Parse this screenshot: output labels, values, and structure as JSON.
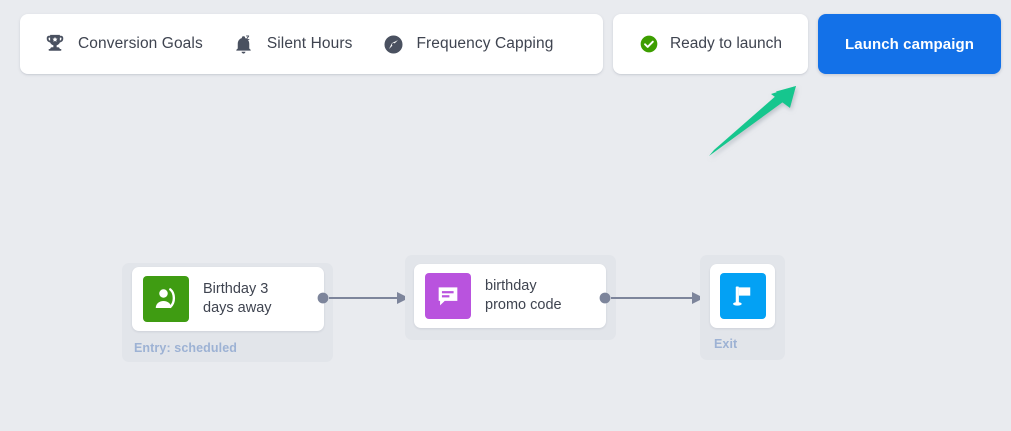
{
  "colors": {
    "background": "#e9ebef",
    "card": "#ffffff",
    "primary_button": "#1371e8",
    "status_green": "#3d9e00",
    "annotation_arrow": "#13c68e",
    "node_group": "#e2e5ea",
    "entry_icon": "#3f9c12",
    "message_icon": "#b953de",
    "exit_icon": "#03a1f4",
    "group_label_text": "#9db2d4",
    "connector": "#7d859b",
    "toolbar_text": "#3f4450"
  },
  "toolbar": {
    "settings": [
      {
        "label": "Conversion Goals",
        "icon": "trophy-icon"
      },
      {
        "label": "Silent Hours",
        "icon": "bell-sleep-icon"
      },
      {
        "label": "Frequency Capping",
        "icon": "speedometer-icon"
      }
    ],
    "status": {
      "label": "Ready to launch",
      "icon": "check-circle-icon"
    },
    "launch_button": {
      "label": "Launch campaign"
    }
  },
  "annotation": {
    "arrow": {
      "name": "pointer-arrow",
      "direction": "up-right",
      "target": "Launch campaign"
    }
  },
  "flow": {
    "nodes": [
      {
        "id": "entry",
        "title": "Birthday 3\ndays away",
        "icon": "audience-icon",
        "group_label": "Entry: scheduled"
      },
      {
        "id": "message",
        "title": "birthday\npromo code",
        "icon": "message-bubble-icon",
        "group_label": ""
      },
      {
        "id": "exit",
        "title": "",
        "icon": "flag-icon",
        "group_label": "Exit"
      }
    ]
  }
}
